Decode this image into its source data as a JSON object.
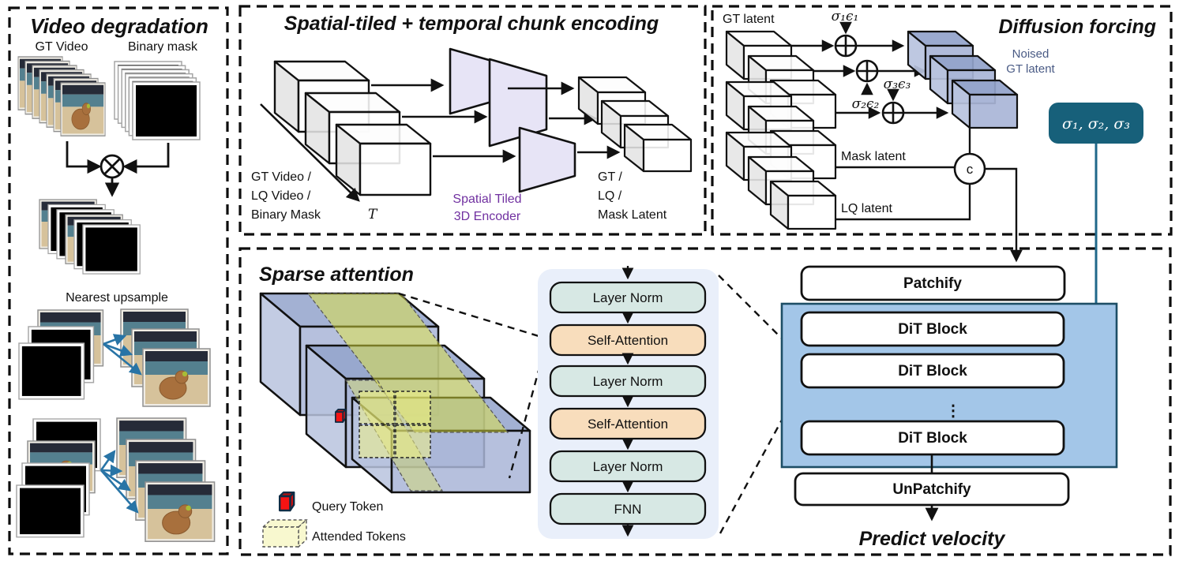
{
  "panels": {
    "video_degradation": {
      "title": "Video degradation",
      "gt_video_label": "GT Video",
      "binary_mask_label": "Binary mask",
      "nearest_upsample_label": "Nearest upsample"
    },
    "encoding": {
      "title": "Spatial-tiled + temporal chunk encoding",
      "input_lines": [
        "GT Video  /",
        "LQ Video  /",
        "Binary Mask"
      ],
      "time_axis_label": "T",
      "encoder_lines": [
        "Spatial Tiled",
        "3D Encoder"
      ],
      "output_lines": [
        "GT  /",
        "LQ  /",
        "Mask Latent"
      ]
    },
    "diffusion_forcing": {
      "title": "Diffusion forcing",
      "gt_latent_label": "GT latent",
      "noised_lines": [
        "Noised",
        "GT latent"
      ],
      "mask_latent_label": "Mask latent",
      "lq_latent_label": "LQ latent",
      "noise_terms": [
        "σ₁ϵ₁",
        "σ₂ϵ₂",
        "σ₃ϵ₃"
      ],
      "concat_label": "c",
      "sigma_box_label": "σ₁, σ₂, σ₃"
    },
    "sparse_attention": {
      "title": "Sparse attention",
      "legend": {
        "query": "Query Token",
        "attended": "Attended Tokens"
      },
      "blocks": [
        "Layer Norm",
        "Self-Attention",
        "Layer Norm",
        "Self-Attention",
        "Layer Norm",
        "FNN"
      ],
      "dit": {
        "patchify": "Patchify",
        "dit_block": "DiT Block",
        "ellipsis": "⋮",
        "unpatchify": "UnPatchify",
        "predict": "Predict velocity"
      }
    }
  },
  "colors": {
    "teal": "#20688a",
    "sigma-box": "#17607a",
    "arrow-blue": "#2874a6",
    "purple": "#7030a0",
    "noised-text": "#4a5b85",
    "dit-container": "#a3c6e8",
    "dit-border": "#1d4e66",
    "layer-norm": "#d7e8e4",
    "self-attn": "#f8ddbc",
    "attn-panel": "#e9effa",
    "encoder-fill": "#e7e4f6",
    "cube-blue-front": "#a9b5d7",
    "cube-blue-top": "#93a3cb",
    "cube-blue-left": "#b9c3de",
    "yellow-band": "#e2e63e"
  }
}
